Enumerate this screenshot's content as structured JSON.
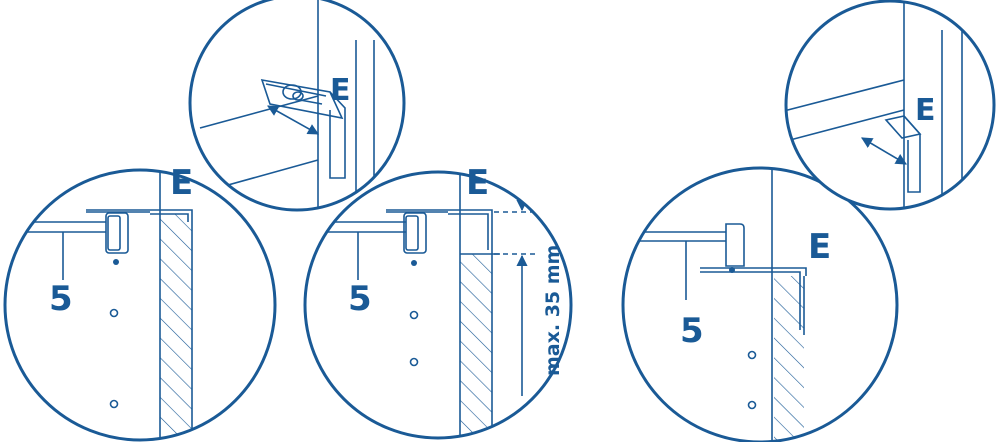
{
  "colors": {
    "ink": "#1a5a96",
    "background": "#ffffff"
  },
  "labels": {
    "part_e": "E",
    "part_5": "5",
    "dimension": "max. 35 mm"
  },
  "icons": [
    "arrow-double-icon",
    "arrow-up-icon",
    "arrow-down-icon"
  ]
}
